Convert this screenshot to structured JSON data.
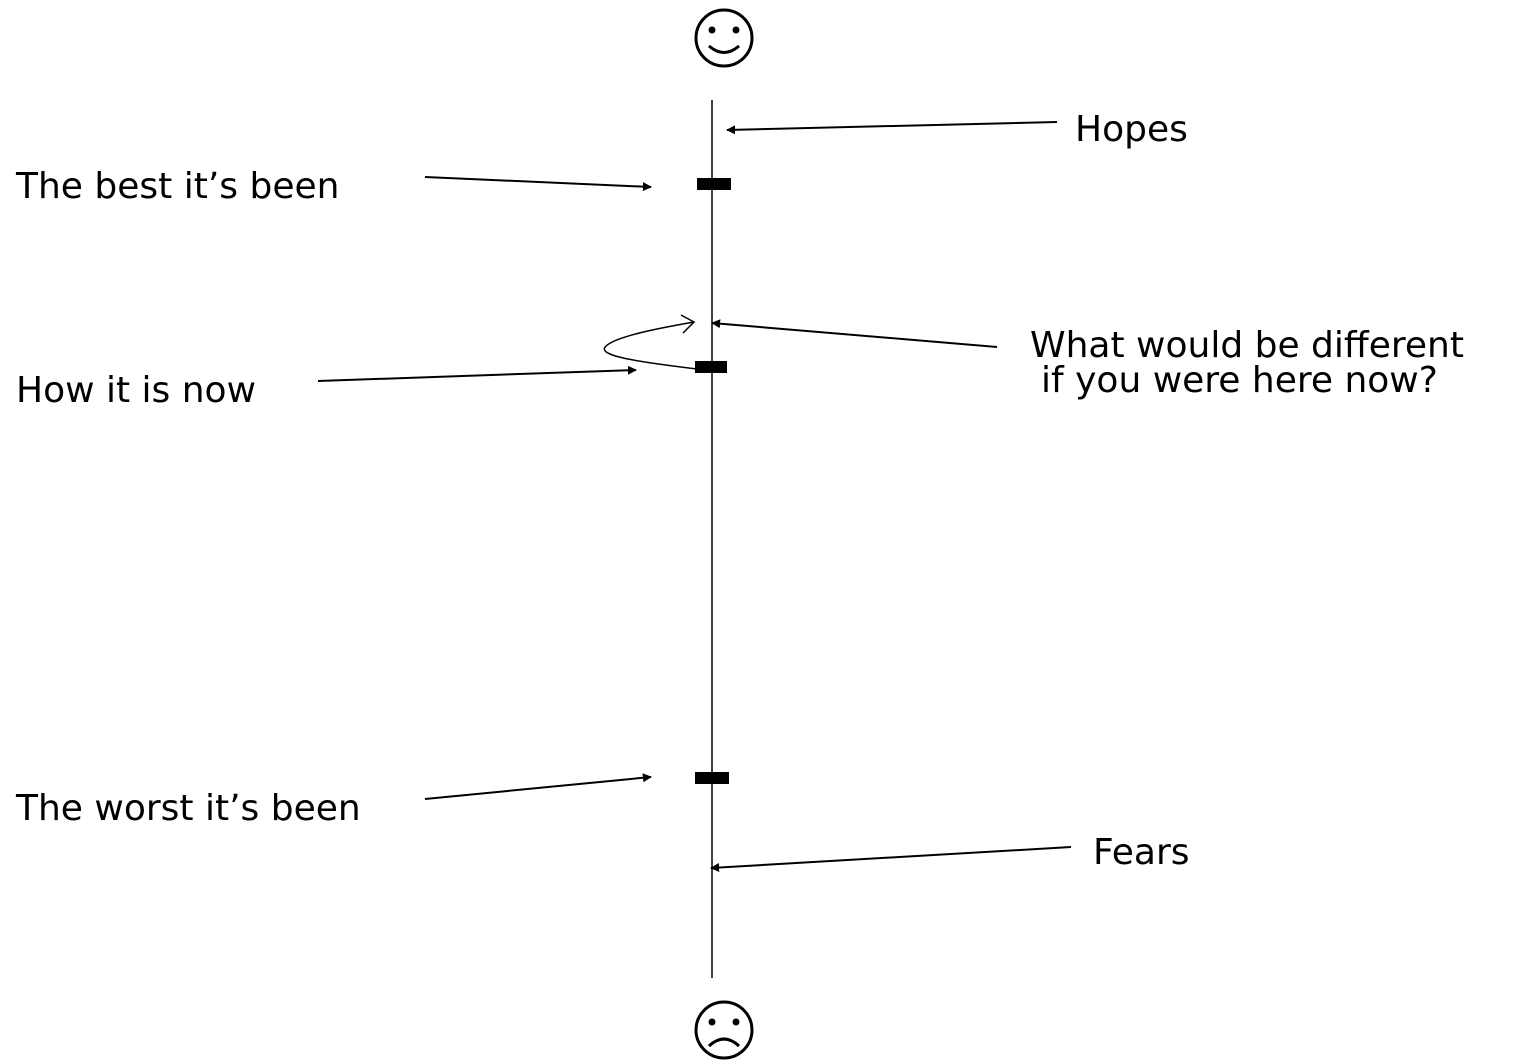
{
  "labels": {
    "best": "The best it’s been",
    "now": "How it is now",
    "worst": "The worst it’s been",
    "hopes": "Hopes",
    "fears": "Fears",
    "question_line1": "What would be different",
    "question_line2": "if you were here now?"
  },
  "icons": {
    "top": "smiling-face-icon",
    "bottom": "frowning-face-icon"
  },
  "colors": {
    "ink": "#000000",
    "background": "#ffffff"
  }
}
